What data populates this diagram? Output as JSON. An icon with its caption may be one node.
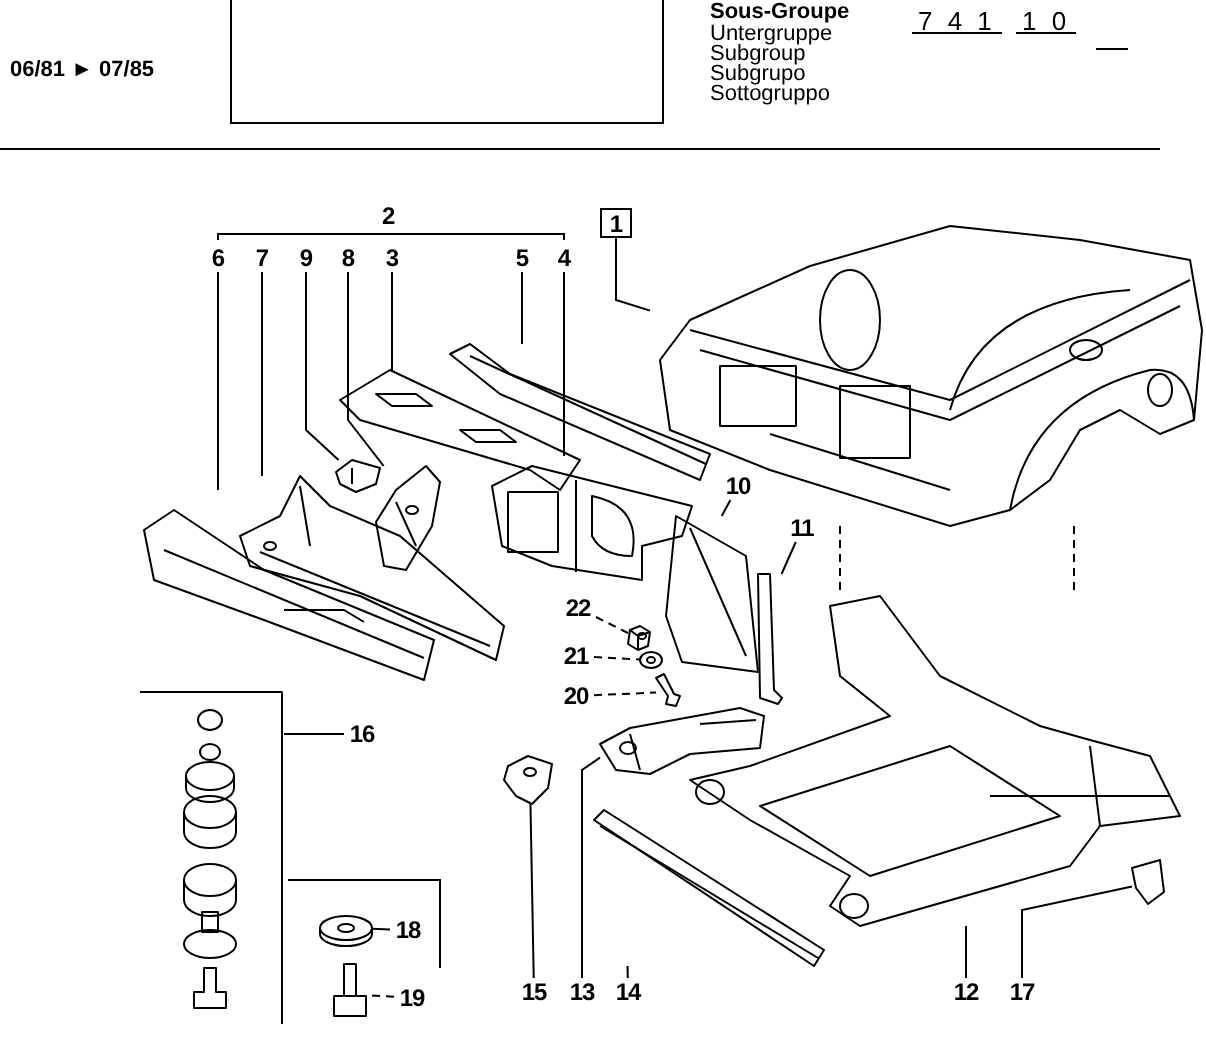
{
  "diagram": {
    "nodes": [
      {
        "text": [
          "1"
        ]
      },
      {
        "text": [
          "6"
        ]
      },
      {
        "text": [
          "7"
        ]
      },
      {
        "text": [
          "9"
        ]
      },
      {
        "text": [
          "8"
        ]
      },
      {
        "text": [
          "3"
        ]
      },
      {
        "text": [
          "5"
        ]
      },
      {
        "text": [
          "4"
        ]
      },
      {
        "text": [
          "10"
        ]
      },
      {
        "text": [
          "11"
        ]
      },
      {
        "text": [
          "22"
        ]
      },
      {
        "text": [
          "21"
        ]
      },
      {
        "text": [
          "20"
        ]
      },
      {
        "text": [
          "16"
        ]
      },
      {
        "text": [
          "18"
        ]
      },
      {
        "text": [
          "19"
        ]
      },
      {
        "text": [
          "15"
        ]
      },
      {
        "text": [
          "13"
        ]
      },
      {
        "text": [
          "14"
        ]
      },
      {
        "text": [
          "12"
        ]
      },
      {
        "text": [
          "17"
        ]
      },
      {
        "text": [],
        "shape": "picture"
      },
      {
        "text": [],
        "shape": "picture"
      },
      {
        "text": [],
        "shape": "picture"
      },
      {
        "text": [],
        "shape": "picture"
      },
      {
        "text": [],
        "shape": "picture"
      },
      {
        "text": [],
        "shape": "picture"
      },
      {
        "text": [],
        "shape": "picture"
      },
      {
        "text": [],
        "shape": "picture"
      },
      {
        "text": [],
        "shape": "picture"
      },
      {
        "text": [],
        "shape": "picture"
      },
      {
        "text": [],
        "shape": "picture"
      },
      {
        "text": [],
        "shape": "picture"
      },
      {
        "text": [],
        "shape": "picture"
      },
      {
        "text": [],
        "shape": "picture"
      },
      {
        "text": [],
        "shape": "picture"
      },
      {
        "text": [],
        "shape": "picture"
      },
      {
        "text": [],
        "shape": "picture"
      },
      {
        "text": [],
        "shape": "picture"
      },
      {
        "text": [],
        "shape": "picture"
      },
      {
        "text": [],
        "shape": "picture"
      },
      {
        "text": [],
        "shape": "picture"
      }
    ],
    "edges": [
      {
        "from": 0,
        "to": 21,
        "arrow": "none"
      },
      {
        "from": 1,
        "to": 22,
        "arrow": "none"
      },
      {
        "from": 2,
        "to": 23,
        "arrow": "none"
      },
      {
        "from": 3,
        "to": 24,
        "arrow": "none"
      },
      {
        "from": 4,
        "to": 25,
        "arrow": "none"
      },
      {
        "from": 5,
        "to": 26,
        "arrow": "none"
      },
      {
        "from": 6,
        "to": 27,
        "arrow": "none"
      },
      {
        "from": 7,
        "to": 28,
        "arrow": "none"
      },
      {
        "from": 8,
        "to": 29,
        "arrow": "none"
      },
      {
        "from": 9,
        "to": 30,
        "arrow": "none"
      },
      {
        "from": 10,
        "to": 31,
        "arrow": "none",
        "style": "dashed"
      },
      {
        "from": 11,
        "to": 32,
        "arrow": "none",
        "style": "dashed"
      },
      {
        "from": 12,
        "to": 33,
        "arrow": "none",
        "style": "dashed"
      },
      {
        "from": 13,
        "to": 34,
        "arrow": "none"
      },
      {
        "from": 14,
        "to": 35,
        "arrow": "none"
      },
      {
        "from": 15,
        "to": 36,
        "arrow": "none",
        "style": "dashed"
      },
      {
        "from": 16,
        "to": 37,
        "arrow": "none"
      },
      {
        "from": 17,
        "to": 38,
        "arrow": "none"
      },
      {
        "from": 18,
        "to": 39,
        "arrow": "none"
      },
      {
        "from": 19,
        "to": 40,
        "arrow": "none"
      },
      {
        "from": 20,
        "to": 41,
        "arrow": "none"
      },
      {
        "from": 21,
        "to": 40,
        "arrow": "none",
        "style": "dashed"
      },
      {
        "from": 21,
        "to": 40,
        "arrow": "none",
        "style": "dashed"
      }
    ],
    "labels": [
      "06/81 ► 07/85",
      "Sous-Groupe",
      "Untergruppe",
      "Subgroup",
      "Subgrupo",
      "Sottogruppo",
      "7 4 1",
      "1 0",
      "2"
    ]
  }
}
